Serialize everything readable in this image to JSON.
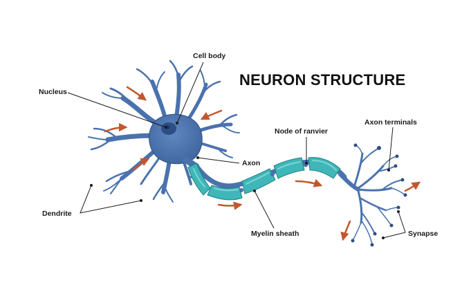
{
  "title": "NEURON STRUCTURE",
  "labels": {
    "cell_body": "Cell body",
    "nucleus": "Nucleus",
    "node_of_ranvier": "Node of ranvier",
    "axon_terminals": "Axon terminals",
    "axon": "Axon",
    "dendrite": "Dendrite",
    "myelin_sheath": "Myelin sheath",
    "synapse": "Synapse"
  },
  "colors": {
    "neuron_body": "#4a72ad",
    "neuron_outline": "#2e4f82",
    "nucleus": "#2d4e82",
    "myelin": "#3fb7b8",
    "myelin_outline": "#1f7f82",
    "signal_arrow": "#c3562c",
    "leader_line": "#1a1a1a",
    "title_text": "#111111"
  }
}
